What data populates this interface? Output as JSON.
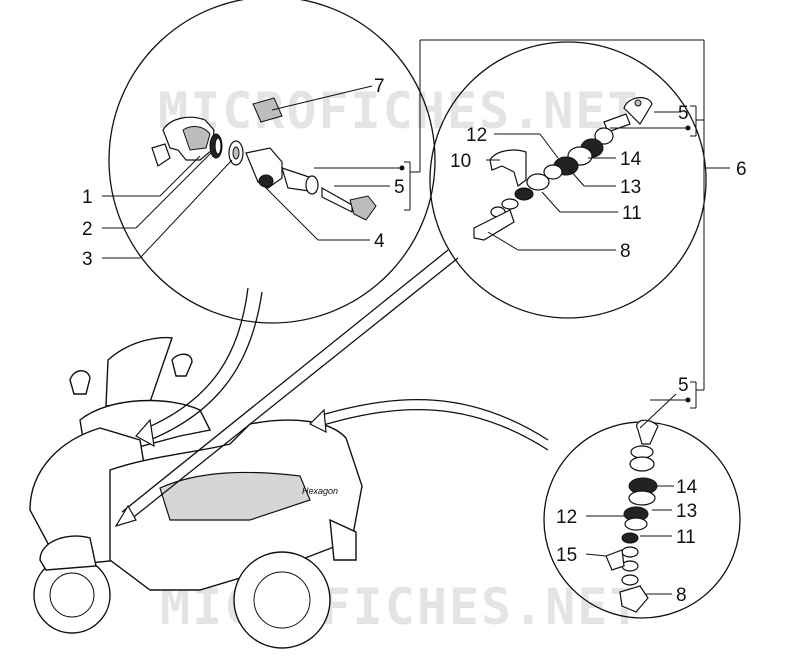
{
  "watermark": {
    "text_top": "MICROFICHES.NET",
    "text_bottom": "MICROFICHES.NET"
  },
  "labels": {
    "p1": "1",
    "p2": "2",
    "p3": "3",
    "p4": "4",
    "p5a": "5",
    "p5b": "5",
    "p5c": "5",
    "p6": "6",
    "p7": "7",
    "p8a": "8",
    "p8b": "8",
    "p10": "10",
    "p11a": "11",
    "p11b": "11",
    "p12a": "12",
    "p12b": "12",
    "p13a": "13",
    "p13b": "13",
    "p14a": "14",
    "p14b": "14",
    "p15": "15"
  },
  "vehicle_badge": "Hexagon"
}
